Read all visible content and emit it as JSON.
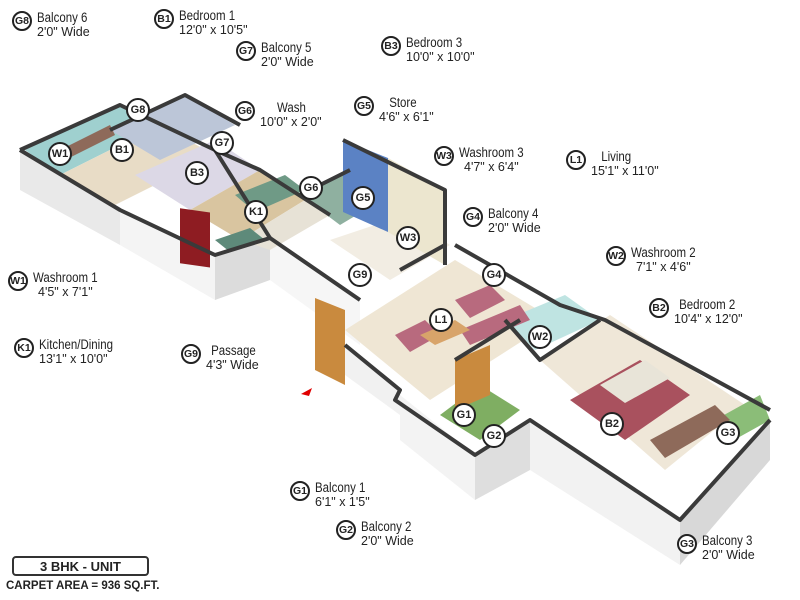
{
  "unit": {
    "title": "3 BHK - UNIT",
    "carpet_area": "CARPET AREA = 936 SQ.FT."
  },
  "legend": [
    {
      "code": "G8",
      "name": "Balcony 6",
      "dim": "2'0\" Wide"
    },
    {
      "code": "B1",
      "name": "Bedroom 1",
      "dim": "12'0\" x 10'5\""
    },
    {
      "code": "G7",
      "name": "Balcony 5",
      "dim": "2'0\" Wide"
    },
    {
      "code": "B3",
      "name": "Bedroom 3",
      "dim": "10'0\" x 10'0\""
    },
    {
      "code": "G6",
      "name": "Wash",
      "dim": "10'0\" x 2'0\""
    },
    {
      "code": "G5",
      "name": "Store",
      "dim": "4'6\" x 6'1\""
    },
    {
      "code": "W3",
      "name": "Washroom 3",
      "dim": "4'7\" x 6'4\""
    },
    {
      "code": "L1",
      "name": "Living",
      "dim": "15'1\" x 11'0\""
    },
    {
      "code": "G4",
      "name": "Balcony 4",
      "dim": "2'0\" Wide"
    },
    {
      "code": "W2",
      "name": "Washroom 2",
      "dim": "7'1\" x 4'6\""
    },
    {
      "code": "B2",
      "name": "Bedroom 2",
      "dim": "10'4\" x 12'0\""
    },
    {
      "code": "W1",
      "name": "Washroom 1",
      "dim": "4'5\" x 7'1\""
    },
    {
      "code": "K1",
      "name": "Kitchen/Dining",
      "dim": "13'1\" x 10'0\""
    },
    {
      "code": "G9",
      "name": "Passage",
      "dim": "4'3\" Wide"
    },
    {
      "code": "G1",
      "name": "Balcony 1",
      "dim": "6'1\" x 1'5\""
    },
    {
      "code": "G2",
      "name": "Balcony 2",
      "dim": "2'0\" Wide"
    },
    {
      "code": "G3",
      "name": "Balcony 3",
      "dim": "2'0\" Wide"
    }
  ],
  "plan_markers": [
    "G8",
    "B1",
    "W1",
    "G7",
    "B3",
    "K1",
    "G6",
    "G5",
    "W3",
    "G9",
    "G4",
    "L1",
    "W2",
    "B2",
    "G1",
    "G2",
    "G3"
  ],
  "colors": {
    "wall_top": "#3a3a3a",
    "wall_face": "#f2f2f2",
    "floor": "#efe6d6",
    "accent_blue": "#5b82c4",
    "bed_red": "#a9515e",
    "sofa_pink": "#b86a7e",
    "wood": "#c98a3e",
    "fridge": "#8e1c22",
    "entry_arrow": "#e00000"
  }
}
